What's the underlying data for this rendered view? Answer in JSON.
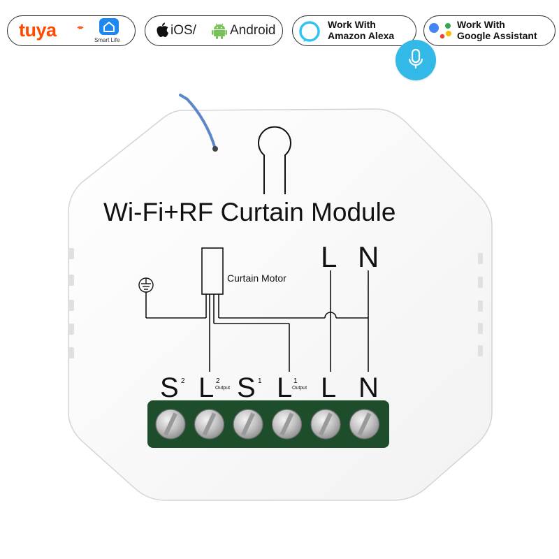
{
  "badges": {
    "tuya": {
      "brand": "tuya",
      "app_label": "Smart Life",
      "icon": "smart-life-house-icon",
      "color": "#ff4800"
    },
    "os": {
      "ios": "iOS/",
      "android": "Android",
      "icons": [
        "apple-icon",
        "android-icon"
      ]
    },
    "alexa": {
      "line1": "Work With",
      "line2": "Amazon Alexa",
      "icon": "alexa-ring-icon"
    },
    "google": {
      "line1": "Work With",
      "line2": "Google Assistant",
      "icon": "google-assistant-dots-icon"
    },
    "voice": {
      "icon": "microphone-icon",
      "color": "#33b9e8"
    }
  },
  "module": {
    "title": "Wi-Fi+RF Curtain Module",
    "motor_label": "Curtain Motor",
    "top_terminals": [
      "L",
      "N"
    ],
    "terminals": [
      {
        "letter": "S",
        "index": "2",
        "output": ""
      },
      {
        "letter": "L",
        "index": "2",
        "output": "Output"
      },
      {
        "letter": "S",
        "index": "1",
        "output": ""
      },
      {
        "letter": "L",
        "index": "1",
        "output": "Output"
      },
      {
        "letter": "L",
        "index": "",
        "output": ""
      },
      {
        "letter": "N",
        "index": "",
        "output": ""
      }
    ],
    "terminal_block_color": "#1e4d2b"
  }
}
